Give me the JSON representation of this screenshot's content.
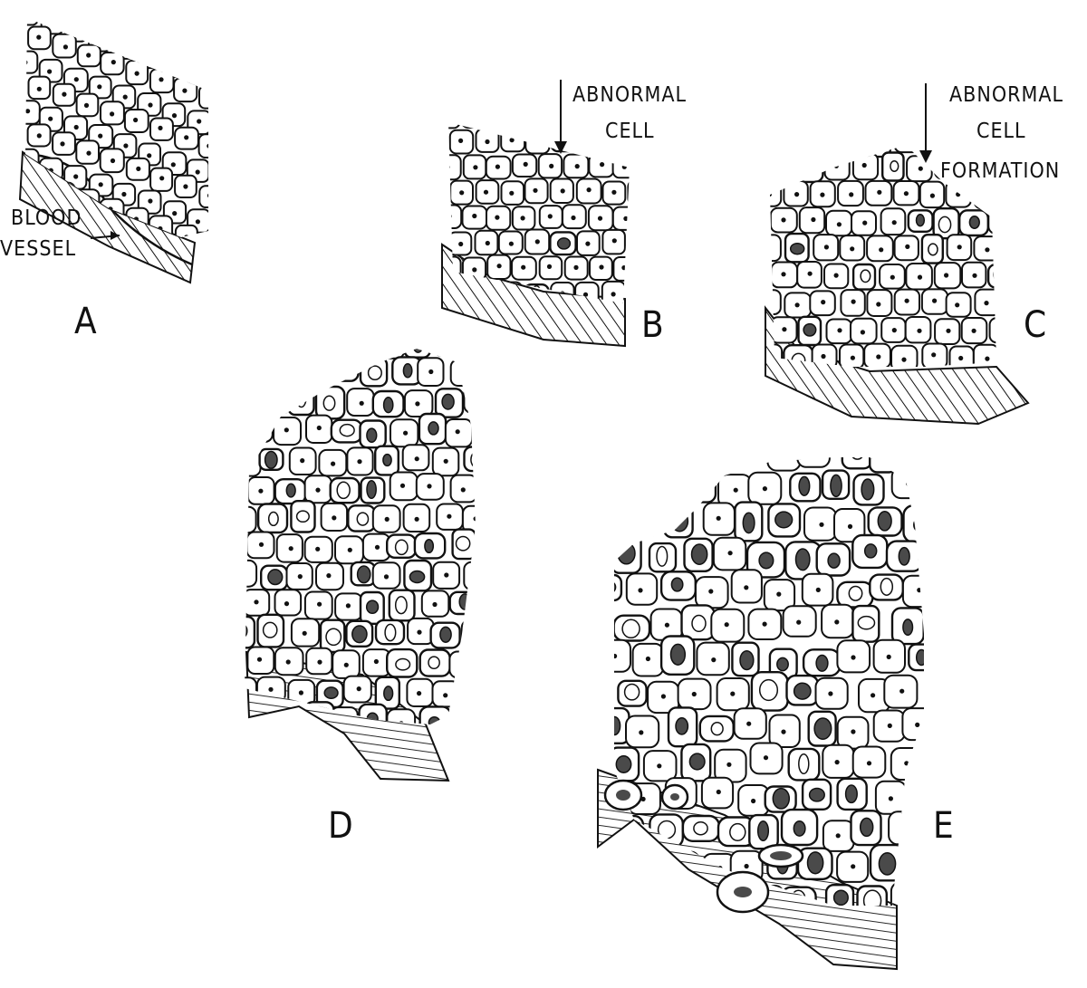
{
  "figure": {
    "panels": [
      {
        "id": "A",
        "label": "A",
        "cell_size": 27,
        "abnormal_share": 0.0
      },
      {
        "id": "B",
        "label": "B",
        "cell_size": 28,
        "abnormal_share": 0.03
      },
      {
        "id": "C",
        "label": "C",
        "cell_size": 30,
        "abnormal_share": 0.15
      },
      {
        "id": "D",
        "label": "D",
        "cell_size": 32,
        "abnormal_share": 0.4
      },
      {
        "id": "E",
        "label": "E",
        "cell_size": 38,
        "abnormal_share": 0.55
      }
    ],
    "annotations": {
      "blood_vessel": [
        "BLOOD",
        "VESSEL"
      ],
      "abnormal_cell": [
        "ABNORMAL",
        "CELL"
      ],
      "abnormal_cell_formation": [
        "ABNORMAL",
        "CELL",
        "FORMATION"
      ]
    },
    "colors": {
      "ink": "#111111",
      "paper": "#ffffff",
      "nucleus_dark": "#4a4a4a"
    }
  }
}
